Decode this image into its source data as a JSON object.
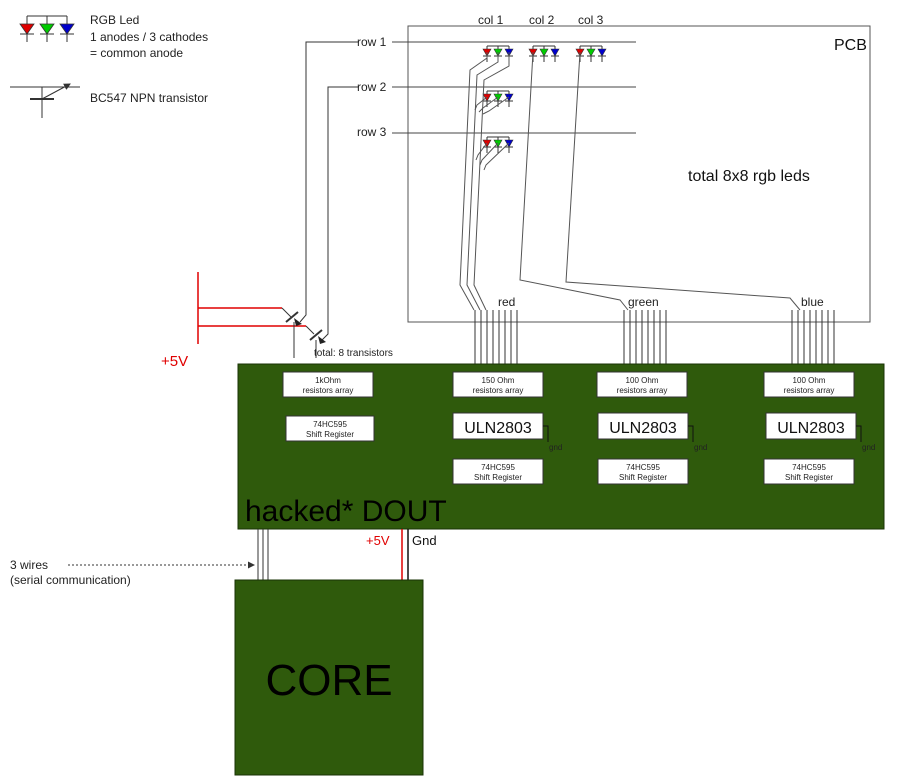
{
  "legend": {
    "led_title": "RGB Led",
    "led_line1": "1 anodes / 3 cathodes",
    "led_line2": "= common anode",
    "transistor": "BC547 NPN transistor"
  },
  "pcb": {
    "label": "PCB",
    "total": "total 8x8 rgb leds",
    "cols": [
      "col 1",
      "col 2",
      "col 3"
    ],
    "rows": [
      "row 1",
      "row 2",
      "row 3"
    ],
    "bus": [
      "red",
      "green",
      "blue"
    ]
  },
  "transistor_section": {
    "supply": "+5V",
    "total": "total: 8 transistors"
  },
  "dout": {
    "title": "hacked* DOUT",
    "resistors": [
      {
        "value": "1kOhm",
        "desc": "resistors array"
      },
      {
        "value": "150 Ohm",
        "desc": "resistors array"
      },
      {
        "value": "100 Ohm",
        "desc": "resistors array"
      },
      {
        "value": "100 Ohm",
        "desc": "resistors array"
      }
    ],
    "uln": [
      "ULN2803",
      "ULN2803",
      "ULN2803"
    ],
    "gnd": "gnd",
    "shift_regs": [
      {
        "name": "74HC595",
        "desc": "Shift Register"
      },
      {
        "name": "74HC595",
        "desc": "Shift Register"
      },
      {
        "name": "74HC595",
        "desc": "Shift Register"
      },
      {
        "name": "74HC595",
        "desc": "Shift Register"
      }
    ]
  },
  "connection": {
    "wires_label": "3 wires",
    "wires_sub": "(serial communication)",
    "supply": "+5V",
    "gnd": "Gnd"
  },
  "core": {
    "label": "CORE"
  },
  "colors": {
    "board": "#2f5a0c",
    "red_led": "#e00000",
    "green_led": "#00cc00",
    "blue_led": "#0000cc",
    "supply": "#e00000"
  }
}
